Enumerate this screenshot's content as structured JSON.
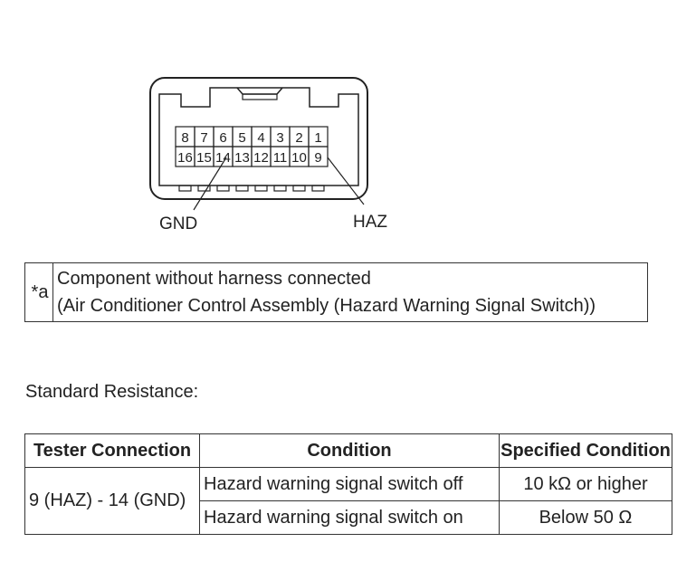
{
  "diagram": {
    "pins_top": [
      "8",
      "7",
      "6",
      "5",
      "4",
      "3",
      "2",
      "1"
    ],
    "pins_bottom": [
      "16",
      "15",
      "14",
      "13",
      "12",
      "11",
      "10",
      "9"
    ],
    "label_gnd": "GND",
    "label_haz": "HAZ"
  },
  "legend": {
    "key": "*a",
    "line1": "Component without harness connected",
    "line2": "(Air Conditioner Control Assembly (Hazard Warning Signal Switch))"
  },
  "standard_heading": "Standard Resistance:",
  "spec_table": {
    "headers": [
      "Tester Connection",
      "Condition",
      "Specified Condition"
    ],
    "tester_connection": "9 (HAZ) - 14 (GND)",
    "rows": [
      {
        "condition": "Hazard warning signal switch off",
        "specified": "10 kΩ or higher"
      },
      {
        "condition": "Hazard warning signal switch on",
        "specified": "Below 50 Ω"
      }
    ]
  }
}
